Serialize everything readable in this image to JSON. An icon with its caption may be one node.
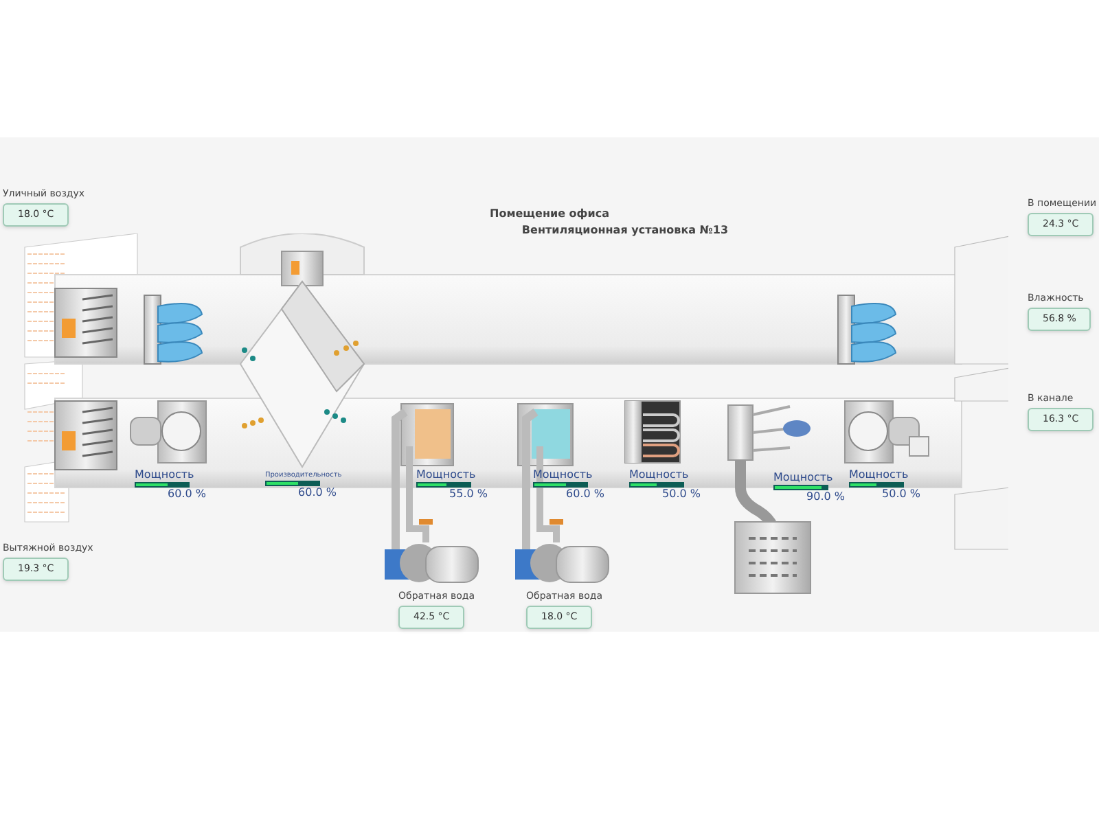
{
  "diagram": {
    "title": "Помещение офиса",
    "nodes": [
      {
        "text": [
          "Уличный воздух",
          "18.0 °C"
        ]
      },
      {
        "text": [
          "Вытяжной воздух",
          "19.3 °C"
        ]
      },
      {
        "text": [
          "В помещении",
          "24.3 °C"
        ]
      },
      {
        "text": [
          "Влажность",
          "56.8 %"
        ]
      },
      {
        "text": [
          "В канале",
          "16.3 °C"
        ]
      },
      {
        "text": [
          "Обратная вода",
          "42.5 °C"
        ]
      },
      {
        "text": [
          "Обратная вода",
          "18.0 °C"
        ]
      },
      {
        "text": [
          "Мощность",
          "60.0 %"
        ]
      },
      {
        "text": [
          "Производительность",
          "60.0 %"
        ]
      },
      {
        "text": [
          "Мощность",
          "55.0 %"
        ]
      },
      {
        "text": [
          "Мощность",
          "60.0 %"
        ]
      },
      {
        "text": [
          "Мощность",
          "50.0 %"
        ]
      },
      {
        "text": [
          "Мощность",
          "90.0 %"
        ]
      },
      {
        "text": [
          "Мощность",
          "50.0 %"
        ]
      }
    ],
    "labels": [
      "Вентиляционная установка №13"
    ]
  }
}
